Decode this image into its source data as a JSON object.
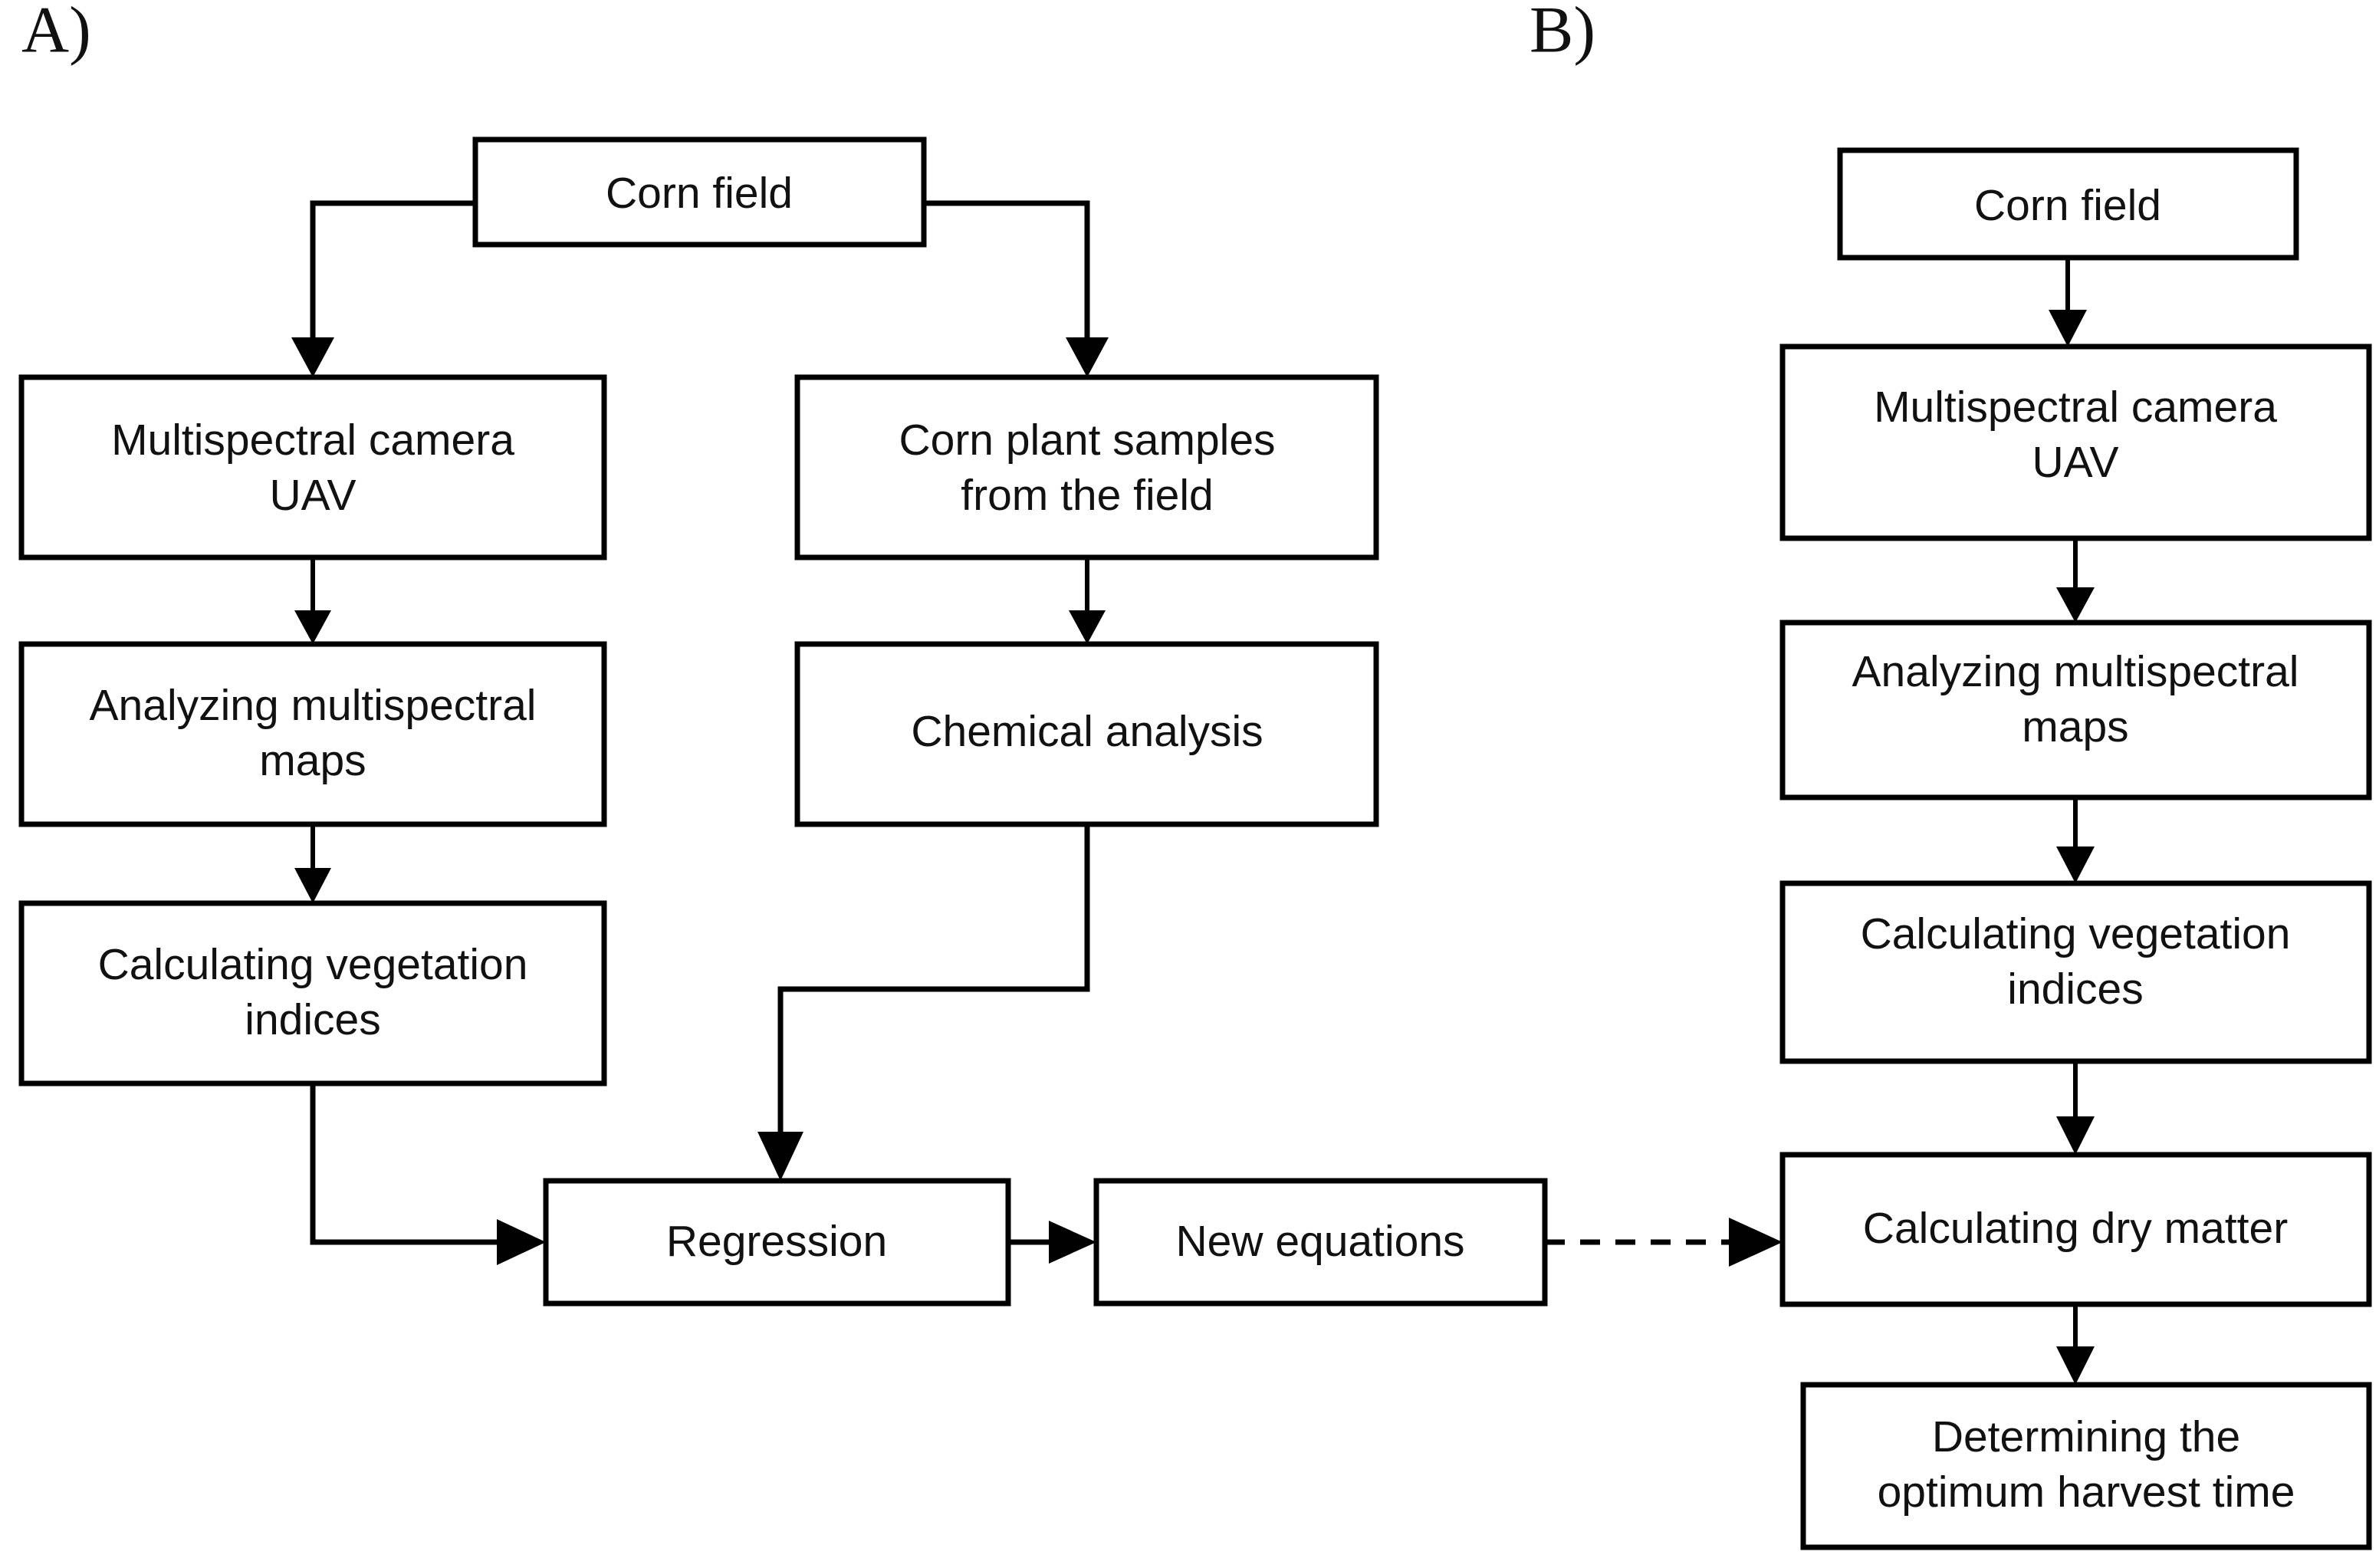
{
  "figure": {
    "type": "flowchart",
    "panels": [
      {
        "id": "A",
        "label": "A)",
        "description": "Model development workflow",
        "nodes": [
          {
            "id": "a-corn-field",
            "label": "Corn field"
          },
          {
            "id": "a-multispectral-uav",
            "label": "Multispectral camera\nUAV"
          },
          {
            "id": "a-analyzing-maps",
            "label": "Analyzing multispectral\nmaps"
          },
          {
            "id": "a-vegetation-indices",
            "label": "Calculating vegetation\nindices"
          },
          {
            "id": "a-corn-samples",
            "label": "Corn plant samples\nfrom the field"
          },
          {
            "id": "a-chemical-analysis",
            "label": "Chemical analysis"
          },
          {
            "id": "a-regression",
            "label": "Regression"
          },
          {
            "id": "a-new-equations",
            "label": "New equations"
          }
        ],
        "edges": [
          {
            "from": "a-corn-field",
            "to": "a-multispectral-uav",
            "style": "solid"
          },
          {
            "from": "a-corn-field",
            "to": "a-corn-samples",
            "style": "solid"
          },
          {
            "from": "a-multispectral-uav",
            "to": "a-analyzing-maps",
            "style": "solid"
          },
          {
            "from": "a-analyzing-maps",
            "to": "a-vegetation-indices",
            "style": "solid"
          },
          {
            "from": "a-corn-samples",
            "to": "a-chemical-analysis",
            "style": "solid"
          },
          {
            "from": "a-vegetation-indices",
            "to": "a-regression",
            "style": "solid"
          },
          {
            "from": "a-chemical-analysis",
            "to": "a-regression",
            "style": "solid"
          },
          {
            "from": "a-regression",
            "to": "a-new-equations",
            "style": "solid"
          }
        ]
      },
      {
        "id": "B",
        "label": "B)",
        "description": "Model application workflow",
        "nodes": [
          {
            "id": "b-corn-field",
            "label": "Corn field"
          },
          {
            "id": "b-multispectral-uav",
            "label": "Multispectral camera\nUAV"
          },
          {
            "id": "b-analyzing-maps",
            "label": "Analyzing multispectral\nmaps"
          },
          {
            "id": "b-vegetation-indices",
            "label": "Calculating vegetation\nindices"
          },
          {
            "id": "b-dry-matter",
            "label": "Calculating dry matter"
          },
          {
            "id": "b-harvest-time",
            "label": "Determining the\noptimum harvest time"
          }
        ],
        "edges": [
          {
            "from": "b-corn-field",
            "to": "b-multispectral-uav",
            "style": "solid"
          },
          {
            "from": "b-multispectral-uav",
            "to": "b-analyzing-maps",
            "style": "solid"
          },
          {
            "from": "b-analyzing-maps",
            "to": "b-vegetation-indices",
            "style": "solid"
          },
          {
            "from": "b-vegetation-indices",
            "to": "b-dry-matter",
            "style": "solid"
          },
          {
            "from": "b-dry-matter",
            "to": "b-harvest-time",
            "style": "solid"
          }
        ]
      }
    ],
    "cross_panel_edges": [
      {
        "from": "a-new-equations",
        "to": "b-dry-matter",
        "style": "dashed"
      }
    ],
    "colors": {
      "box_fill": "#ffffff",
      "box_stroke": "#000000",
      "text": "#111111",
      "background": "#ffffff"
    }
  },
  "labels": {
    "panel_a": "A)",
    "panel_b": "B)",
    "corn_field": "Corn field",
    "multispectral_camera": "Multispectral camera",
    "uav": "UAV",
    "analyzing_multispectral": "Analyzing multispectral",
    "maps": "maps",
    "calculating_vegetation": "Calculating vegetation",
    "indices": "indices",
    "corn_plant_samples": "Corn plant samples",
    "from_the_field": "from the field",
    "chemical_analysis": "Chemical analysis",
    "regression": "Regression",
    "new_equations": "New equations",
    "calculating_dry_matter": "Calculating dry matter",
    "determining_the": "Determining the",
    "optimum_harvest_time": "optimum harvest time"
  }
}
